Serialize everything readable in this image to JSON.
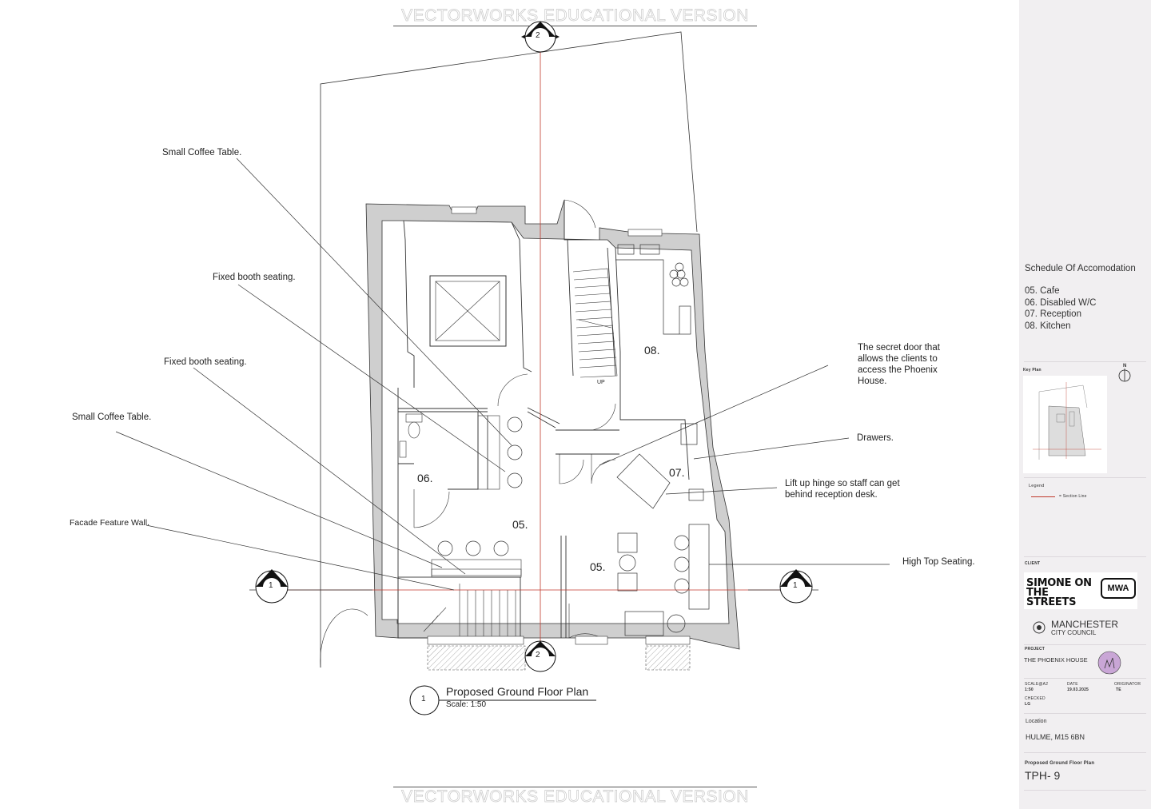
{
  "watermark": "VECTORWORKS EDUCATIONAL VERSION",
  "section_markers": {
    "section_2": "2",
    "section_1": "1"
  },
  "annotations": {
    "small_coffee_table_1": "Small Coffee Table.",
    "fixed_booth_1": "Fixed booth seating.",
    "fixed_booth_2": "Fixed booth seating.",
    "small_coffee_table_2": "Small Coffee Table.",
    "facade_wall": "Facade Feature Wall.",
    "secret_door": [
      "The secret door that",
      "allows the clients to",
      "access the Phoenix",
      "House."
    ],
    "drawers": "Drawers.",
    "lift_hinge": [
      "Lift up hinge so staff can get",
      "behind reception desk."
    ],
    "high_top": "High Top Seating."
  },
  "rooms": {
    "kitchen": "08.",
    "reception": "07.",
    "wc": "06.",
    "cafe_a": "05.",
    "cafe_b": "05."
  },
  "stair_label": "UP",
  "title_block": {
    "number": "1",
    "title": "Proposed Ground Floor Plan",
    "scale": "Scale: 1:50"
  },
  "panel": {
    "schedule_title": "Schedule Of Accomodation",
    "schedule_items": [
      "05. Cafe",
      "06. Disabled W/C",
      "07. Reception",
      "08. Kitchen"
    ],
    "key_plan_label": "Key Plan",
    "north_label": "N",
    "legend_label": "Legend",
    "legend_item": "= Section Line",
    "client_label": "CLIENT",
    "client_logo": "SIMONE ON THE STREETS",
    "client_logo_2": "MWA",
    "council_name": "MANCHESTER",
    "council_sub": "CITY COUNCIL",
    "project_label": "PROJECT",
    "project_name": "THE PHOENIX HOUSE",
    "meta": [
      {
        "label": "SCALE@A2",
        "value": "1:50"
      },
      {
        "label": "DATE",
        "value": "19.03.2025"
      },
      {
        "label": "ORIGINATOR",
        "value": "TE"
      }
    ],
    "checked_label": "CHECKED",
    "checked_value": "LG",
    "location_label": "Location",
    "location_value": "HULME, M15 6BN",
    "drawing_title": "Proposed Ground Floor Plan",
    "drawing_number": "TPH- 9"
  },
  "colors": {
    "panel_bg": "#f1eff1",
    "wall_fill": "#cfcfcf",
    "section_line": "#c0392b",
    "logo_purple": "#c9a6d6"
  }
}
